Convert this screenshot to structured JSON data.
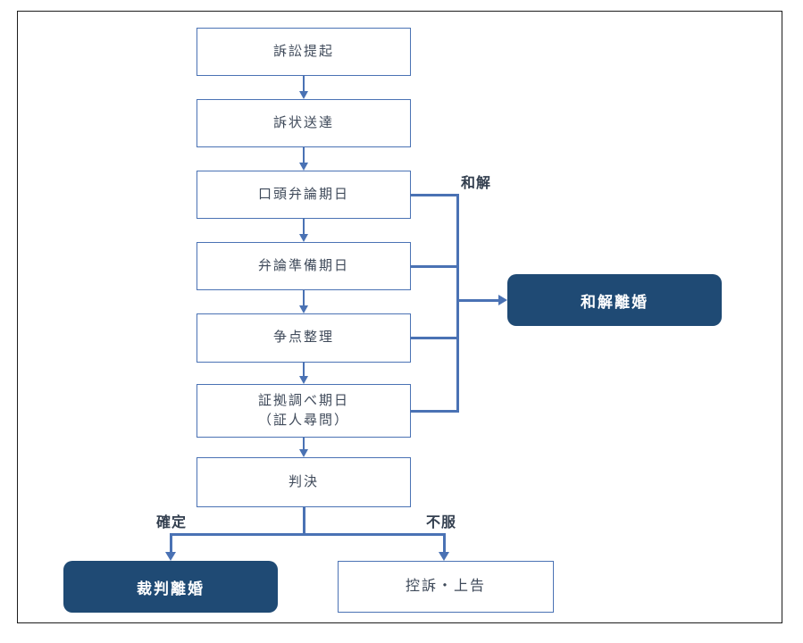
{
  "diagram": {
    "type": "flowchart",
    "subject": "divorce-litigation-process",
    "colors": {
      "connector_blue": "#4a72b4",
      "box_border": "#4a72b4",
      "box_text": "#3f4a5a",
      "dark_box_bg": "#1f4a74",
      "dark_box_text": "#ffffff",
      "branch_label_text": "#333f4f",
      "frame_border": "#1c1c1c",
      "background": "#ffffff"
    },
    "steps": [
      {
        "label": "訴訟提起"
      },
      {
        "label": "訴状送達"
      },
      {
        "label": "口頭弁論期日"
      },
      {
        "label": "弁論準備期日"
      },
      {
        "label": "争点整理"
      },
      {
        "label": "証拠調べ期日\n（証人尋問）"
      },
      {
        "label": "判決"
      }
    ],
    "branch_labels": {
      "settlement": "和解",
      "confirmed": "確定",
      "dissatisfied": "不服"
    },
    "outcomes": {
      "settlement_divorce": "和解離婚",
      "judicial_divorce": "裁判離婚",
      "appeal": "控訴・上告"
    }
  }
}
